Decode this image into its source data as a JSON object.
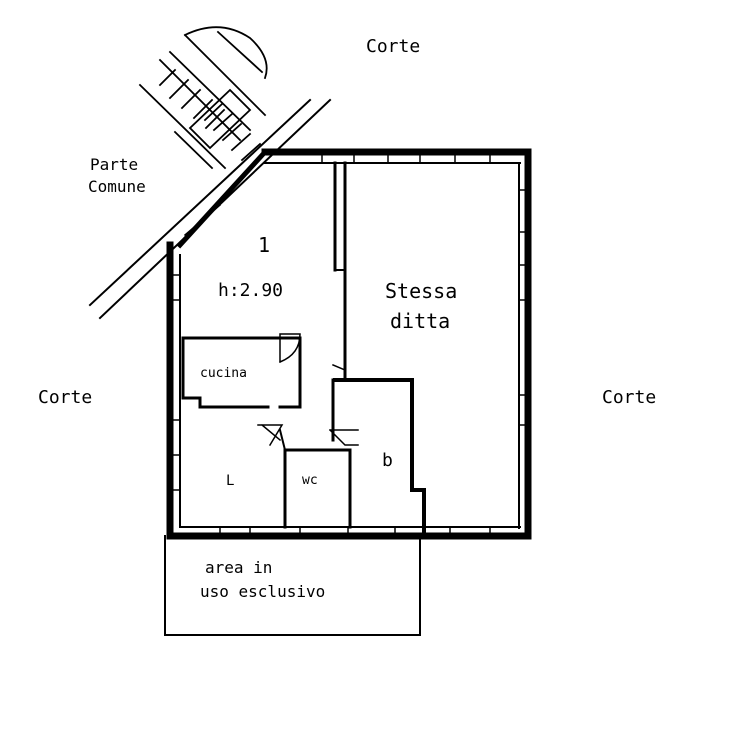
{
  "labels": {
    "corte_top": "Corte",
    "corte_left": "Corte",
    "corte_right": "Corte",
    "parte": "Parte",
    "comune": "Comune",
    "room_number": "1",
    "height": "h:2.90",
    "stessa": "Stessa",
    "ditta": "ditta",
    "cucina": "cucina",
    "room_l": "L",
    "room_bagno": "b",
    "room_wc": "wc",
    "area": "area in",
    "uso": "uso esclusivo"
  },
  "colors": {
    "ink": "#000000",
    "paper": "#ffffff"
  }
}
